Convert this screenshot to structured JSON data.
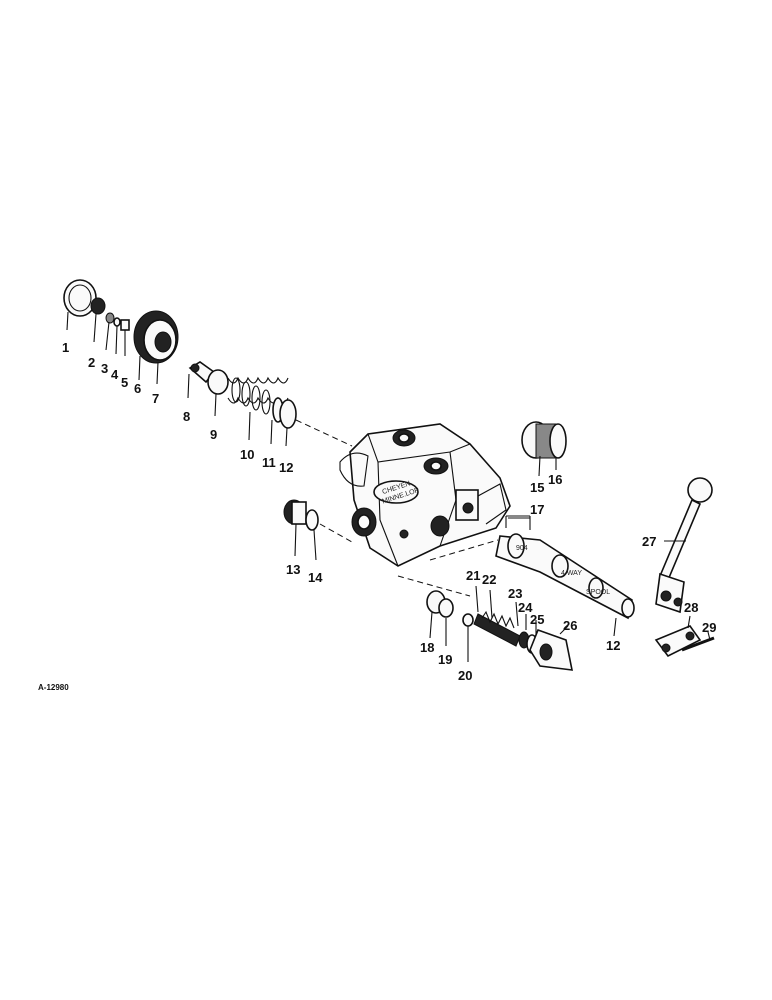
{
  "callouts": {
    "c1": "1",
    "c2": "2",
    "c3": "3",
    "c4": "4",
    "c5": "5",
    "c6": "6",
    "c7": "7",
    "c8": "8",
    "c9": "9",
    "c10": "10",
    "c11": "11",
    "c12a": "12",
    "c12b": "12",
    "c13": "13",
    "c14": "14",
    "c15": "15",
    "c16": "16",
    "c17": "17",
    "c18": "18",
    "c19": "19",
    "c20": "20",
    "c21": "21",
    "c22": "22",
    "c23": "23",
    "c24": "24",
    "c25": "25",
    "c26": "26",
    "c27": "27",
    "c28": "28",
    "c29": "29"
  },
  "reference_number": "A-12980",
  "spool_markings": {
    "number": "904",
    "type": "4 WAY",
    "label": "SPOOL"
  }
}
